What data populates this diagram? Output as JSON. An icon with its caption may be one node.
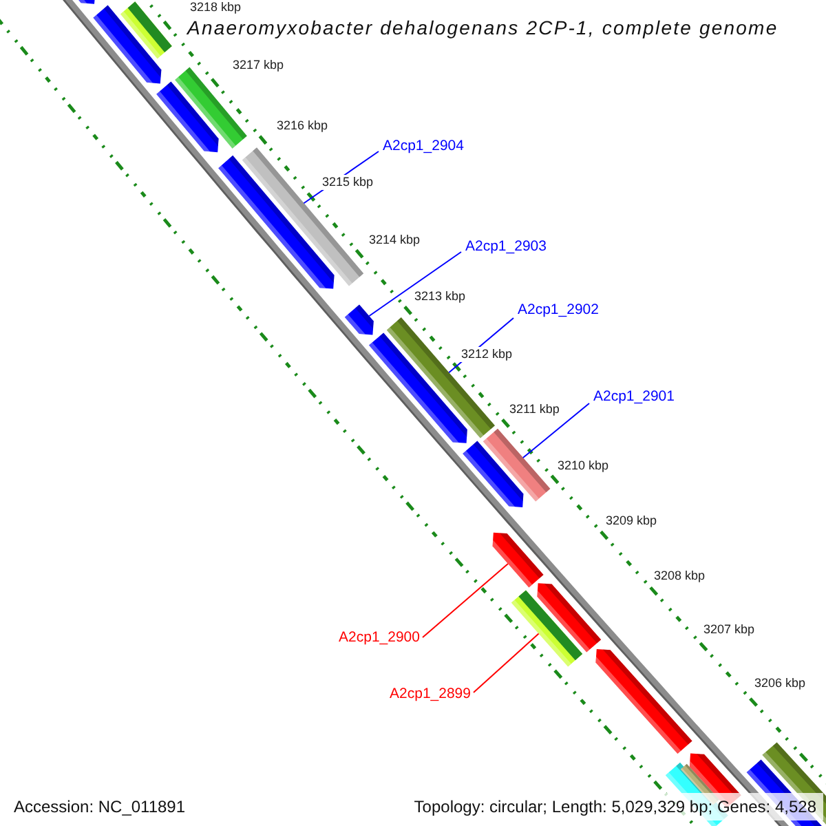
{
  "diagram": {
    "title": "Anaeromyxobacter dehalogenans 2CP-1, complete genome",
    "nodes": [
      {
        "text": [
          "A2cp1_2904"
        ]
      },
      {
        "text": [
          "A2cp1_2903"
        ]
      },
      {
        "text": [
          "A2cp1_2902"
        ]
      },
      {
        "text": [
          "A2cp1_2901"
        ]
      },
      {
        "text": [
          "A2cp1_2900"
        ]
      },
      {
        "text": [
          "A2cp1_2899"
        ]
      },
      {
        "text": [],
        "shape": "pentagon"
      },
      {
        "text": [],
        "shape": "bar"
      },
      {
        "text": [],
        "shape": "pentagon"
      },
      {
        "text": [],
        "shape": "pentagon"
      },
      {
        "text": [],
        "shape": "bar"
      },
      {
        "text": [],
        "shape": "pentagon"
      },
      {
        "text": [],
        "shape": "bar"
      },
      {
        "text": [],
        "shape": "pentagon"
      },
      {
        "text": [],
        "shape": "pentagon"
      },
      {
        "text": [],
        "shape": "bar"
      },
      {
        "text": [],
        "shape": "pentagon"
      },
      {
        "text": [],
        "shape": "bar"
      },
      {
        "text": [],
        "shape": "pentagon"
      },
      {
        "text": [],
        "shape": "bar"
      },
      {
        "text": [],
        "shape": "pentagon"
      },
      {
        "text": [],
        "shape": "pentagon"
      },
      {
        "text": [],
        "shape": "pentagon"
      },
      {
        "text": [],
        "shape": "bar"
      },
      {
        "text": [],
        "shape": "bar"
      },
      {
        "text": [],
        "shape": "bar"
      },
      {
        "text": [],
        "shape": "pentagon"
      }
    ],
    "edges": [
      {
        "from": 0,
        "to": 12,
        "arrow": "none"
      },
      {
        "from": 1,
        "to": 13,
        "arrow": "none"
      },
      {
        "from": 2,
        "to": 15,
        "arrow": "none"
      },
      {
        "from": 3,
        "to": 17,
        "arrow": "none"
      },
      {
        "from": 4,
        "to": 18,
        "arrow": "none",
        "color": "#ff0000"
      },
      {
        "from": 5,
        "to": 19,
        "arrow": "none",
        "color": "#ff0000"
      }
    ],
    "labels": [
      "3218 kbp",
      "3217 kbp",
      "3216 kbp",
      "3215 kbp",
      "3214 kbp",
      "3213 kbp",
      "3212 kbp",
      "3211 kbp",
      "3210 kbp",
      "3209 kbp",
      "3208 kbp",
      "3207 kbp",
      "3206 kbp",
      "Accession: NC_011891",
      "Topology: circular; Length: 5,029,329 bp; Genes: 4,528"
    ]
  }
}
